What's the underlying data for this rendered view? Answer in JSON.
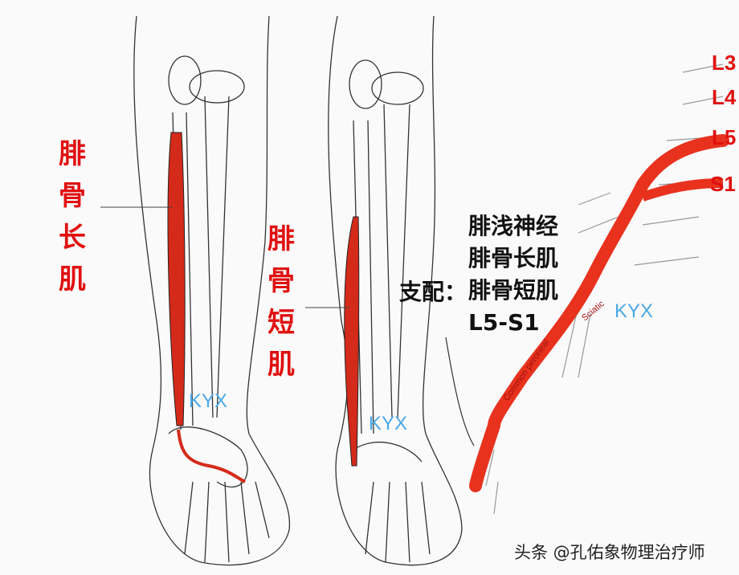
{
  "labels": {
    "peroneus_longus": [
      "腓",
      "骨",
      "长",
      "肌"
    ],
    "peroneus_brevis": [
      "腓",
      "骨",
      "短",
      "肌"
    ]
  },
  "innervation": {
    "prefix": "支配：",
    "lines": [
      "腓浅神经",
      "腓骨长肌",
      "腓骨短肌",
      "L5-S1"
    ]
  },
  "nerve_roots": [
    "L3",
    "L4",
    "L5",
    "S1"
  ],
  "nerve_labels": {
    "common_peroneal": "Common peroneal",
    "sciatic": "Sciatic"
  },
  "watermarks": [
    "KYX",
    "KYX",
    "KYX"
  ],
  "footer": "头条 @孔佑象物理治疗师",
  "colors": {
    "muscle": "#d42a1a",
    "nerve": "#e8321e",
    "label_red": "#e01010",
    "kyx_blue": "#4aa8e6"
  }
}
